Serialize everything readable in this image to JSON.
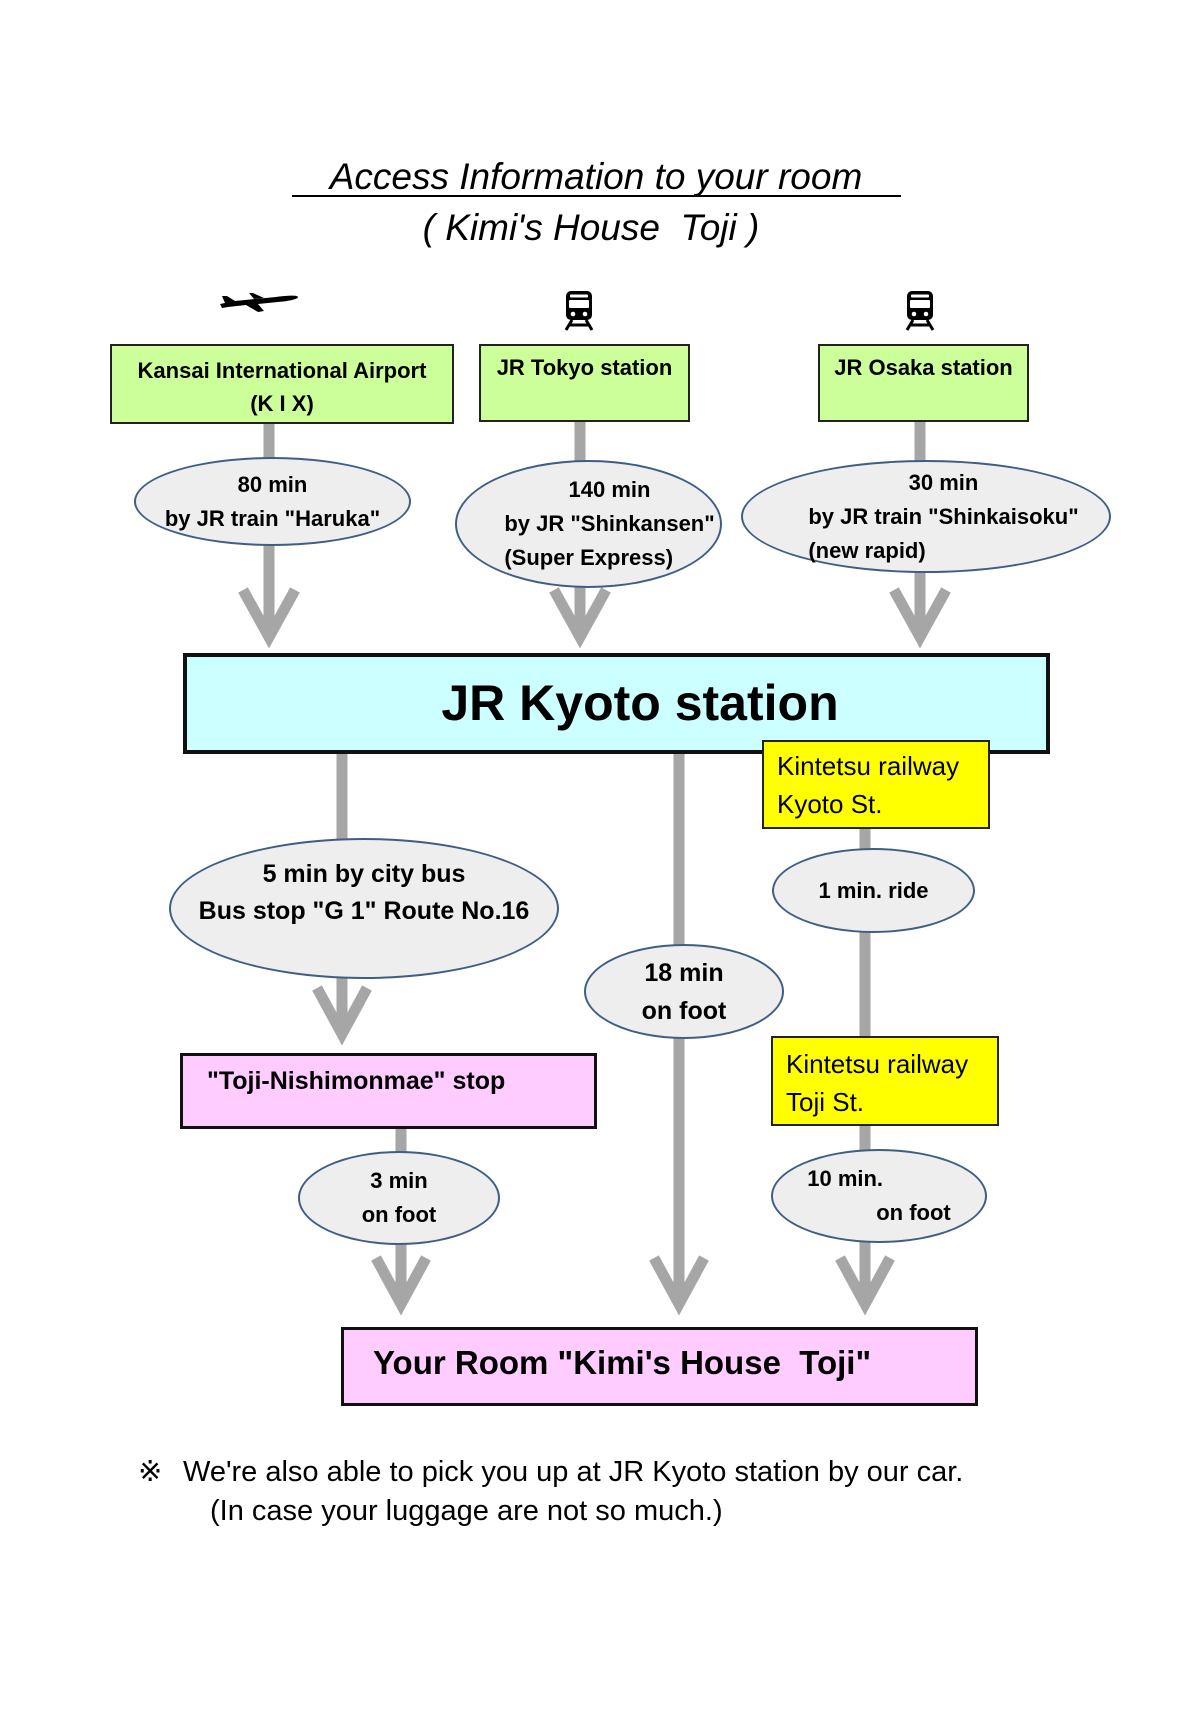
{
  "title": "Access Information to your room",
  "subtitle": "( Kimi's House  Toji )",
  "origins": [
    {
      "icon": "airplane-icon",
      "lines": [
        "Kansai International Airport",
        "(K I X)"
      ]
    },
    {
      "icon": "train-icon",
      "lines": [
        "JR Tokyo station"
      ]
    },
    {
      "icon": "train-icon",
      "lines": [
        "JR Osaka station"
      ]
    }
  ],
  "legs_to_kyoto": [
    {
      "lines": [
        "80 min",
        "by JR train \"Haruka\""
      ]
    },
    {
      "lines": [
        "140 min",
        "by JR \"Shinkansen\"",
        "(Super Express)"
      ]
    },
    {
      "lines": [
        "30 min",
        "by JR train \"Shinkaisoku\"",
        "(new rapid)"
      ]
    }
  ],
  "hub": {
    "label": "JR Kyoto station"
  },
  "routes": {
    "bus": {
      "leg": [
        "5 min by city bus",
        "Bus stop \"G 1\" Route No.16"
      ],
      "stop": "\"Toji-Nishimonmae\" stop",
      "walk": [
        "3 min",
        "on foot"
      ]
    },
    "walk": {
      "leg": [
        "18 min",
        "on foot"
      ]
    },
    "kintetsu": {
      "from_station": [
        "Kintetsu railway",
        "Kyoto St."
      ],
      "ride": "1 min. ride",
      "to_station": [
        "Kintetsu railway",
        "Toji St."
      ],
      "walk": [
        "10 min.",
        "on foot"
      ]
    }
  },
  "destination": {
    "label": "Your Room \"Kimi's House  Toji\""
  },
  "note": {
    "mark": "※",
    "line1": "We're also able to pick you up at JR Kyoto station by our car.",
    "line2": "(In case your luggage are not so much.)"
  },
  "colors": {
    "origin_box": "#ccff99",
    "hub_box": "#ccffff",
    "kintetsu_box": "#ffff00",
    "stop_box": "#ffccff",
    "leg_ellipse": "#eeeeee",
    "ellipse_border": "#3f5e86",
    "connector": "#a6a6a6"
  }
}
